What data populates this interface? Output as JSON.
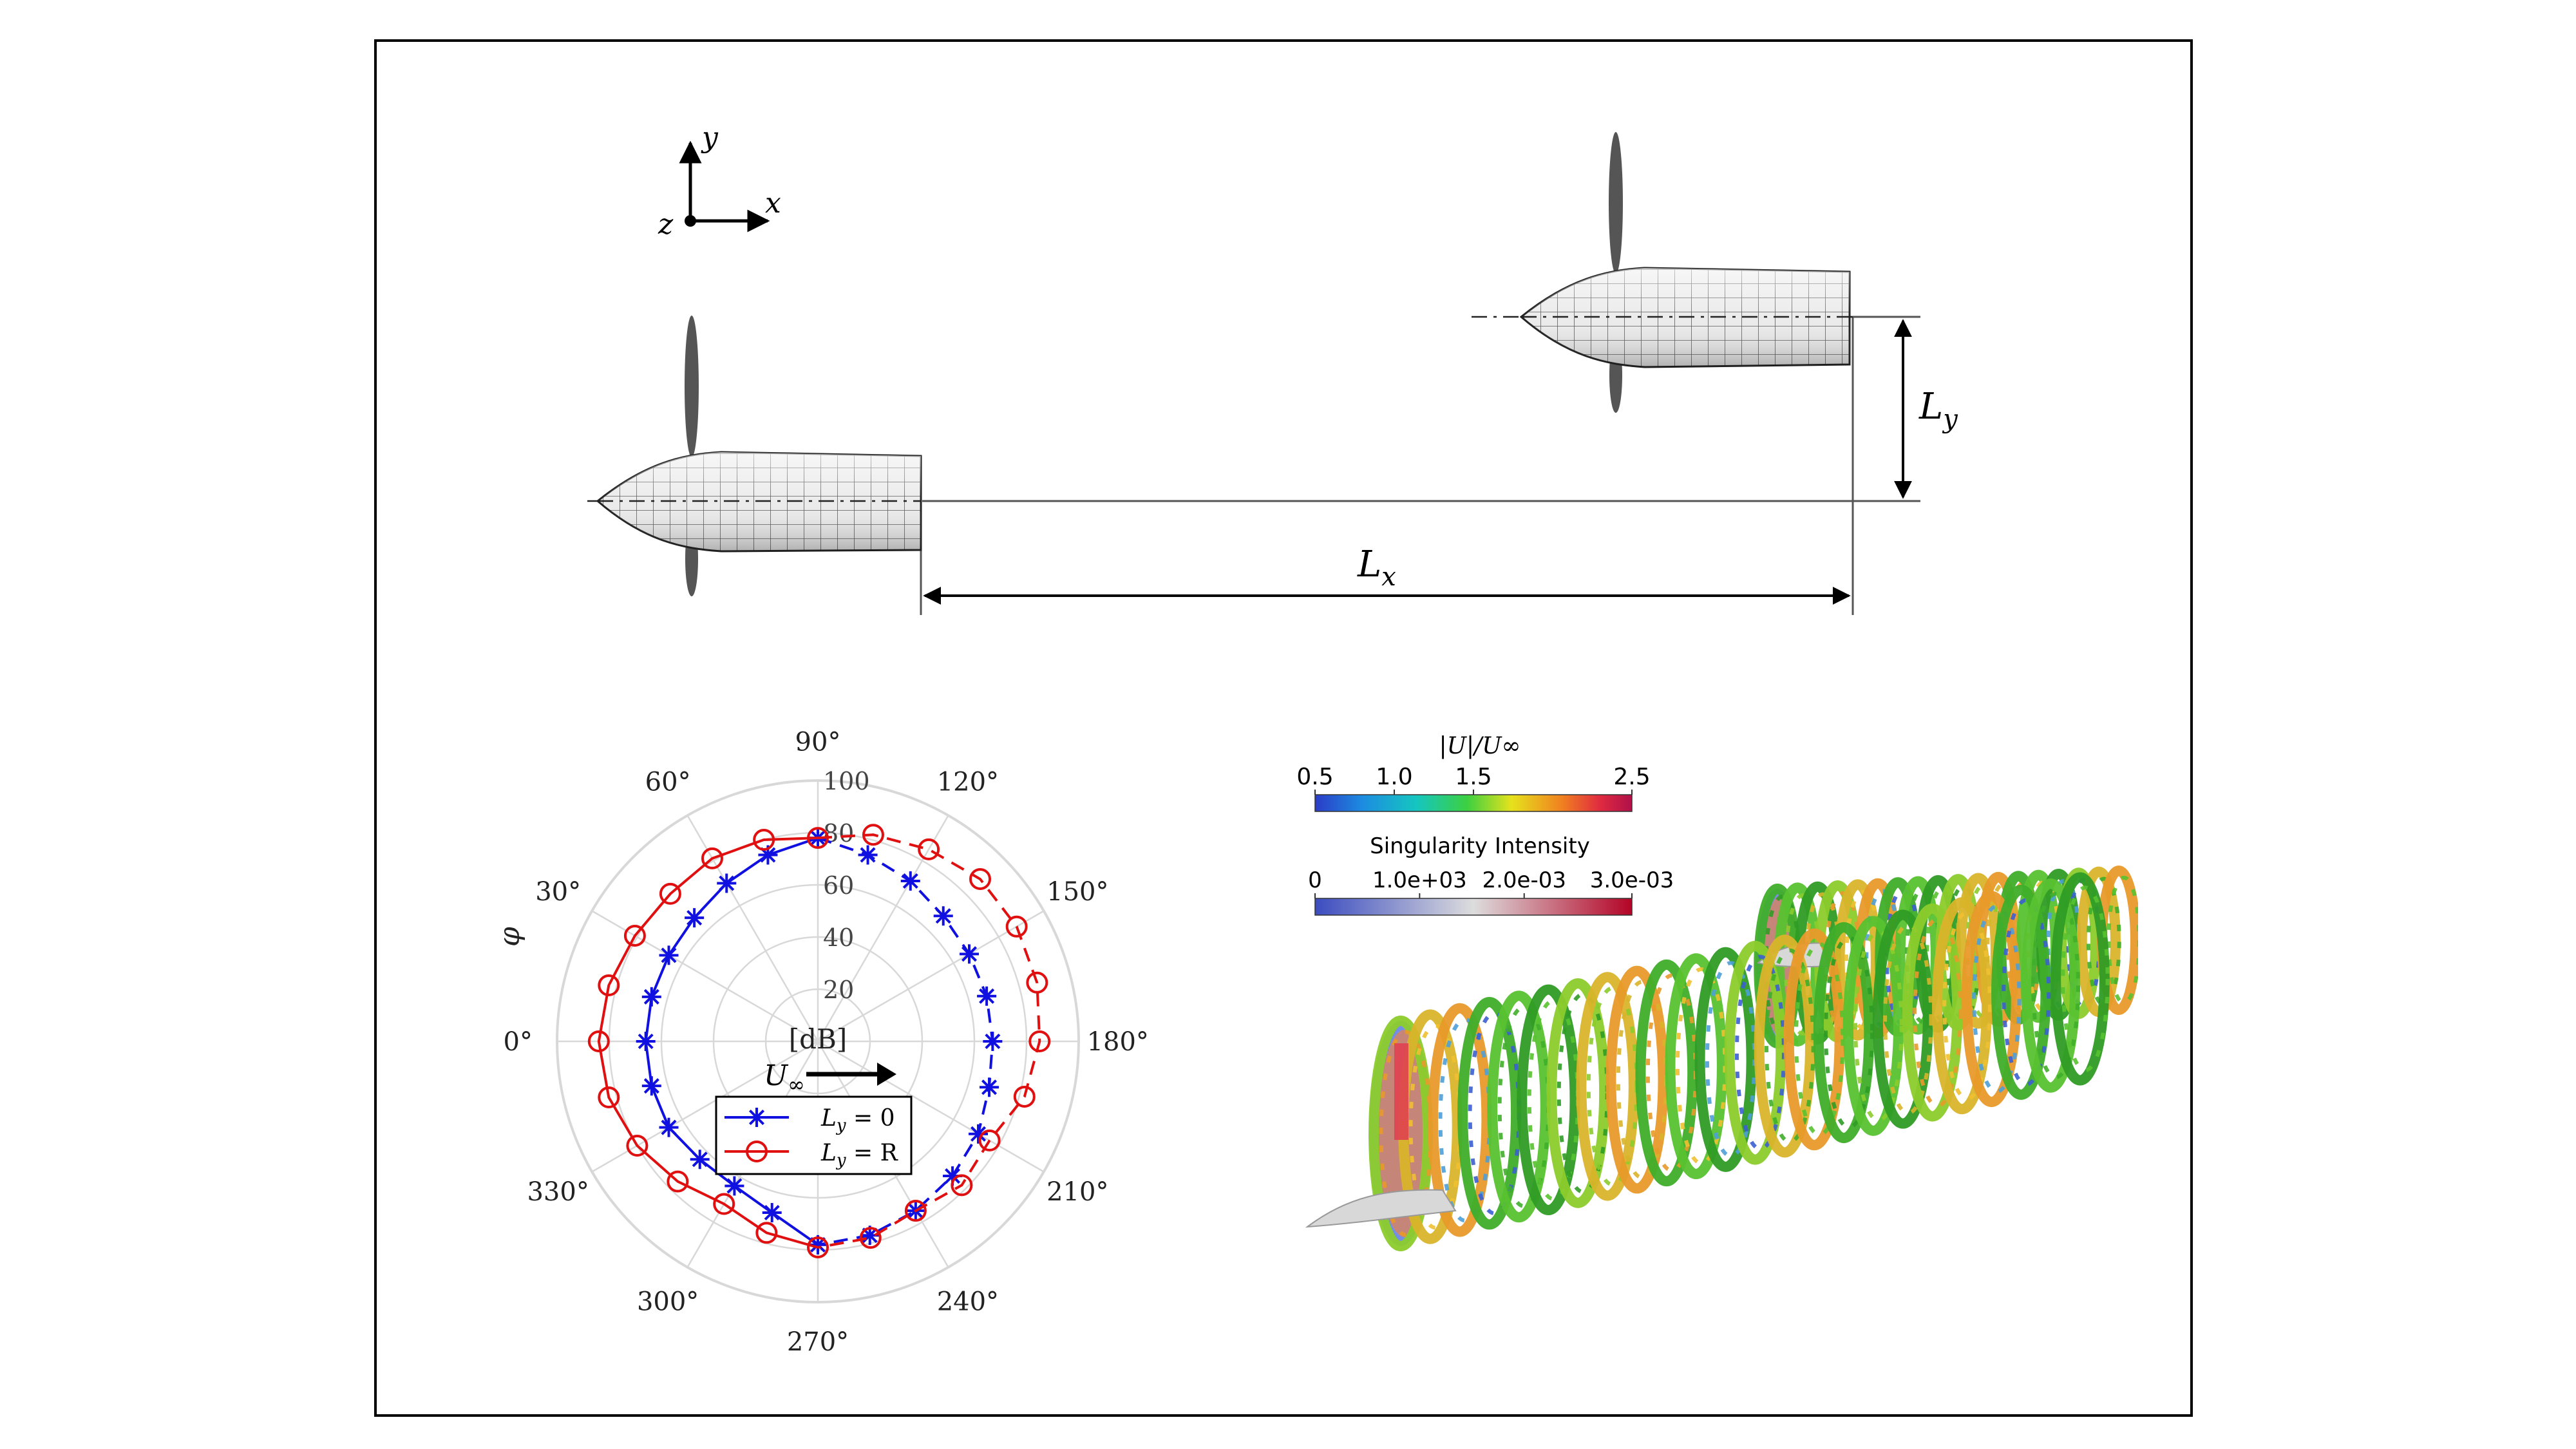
{
  "schematic": {
    "axes": {
      "x": "x",
      "y": "y",
      "z": "z"
    },
    "dimension_x": {
      "symbol": "L",
      "sub": "x"
    },
    "dimension_y": {
      "symbol": "L",
      "sub": "y"
    }
  },
  "polar": {
    "angle_labels": [
      "90°",
      "120°",
      "150°",
      "180°",
      "210°",
      "240°",
      "270°",
      "300°",
      "330°",
      "0°",
      "30°",
      "60°"
    ],
    "angle_degrees": [
      90,
      120,
      150,
      180,
      210,
      240,
      270,
      300,
      330,
      0,
      30,
      60
    ],
    "radial_ticks": [
      20,
      40,
      60,
      80,
      100
    ],
    "radial_max": 100,
    "unit_label": "[dB]",
    "axis_symbol": "φ",
    "flow_label": {
      "symbol": "U",
      "sub": "∞"
    },
    "colors": {
      "blue": "#1010e0",
      "red": "#e01010",
      "grid": "#d8d8d8"
    }
  },
  "chart_data": {
    "type": "polar-line",
    "theta_deg": [
      270,
      285,
      300,
      315,
      330,
      345,
      0,
      15,
      30,
      45,
      60,
      75,
      90,
      105,
      120,
      135,
      150,
      165,
      180,
      195,
      210,
      225,
      240,
      255,
      270
    ],
    "series": [
      {
        "name": "L_y = 0",
        "marker": "star",
        "color": "#1010e0",
        "r": [
          78,
          68,
          64,
          64,
          66,
          66,
          66,
          66,
          66,
          67,
          70,
          74,
          78,
          74,
          71,
          68,
          67,
          67,
          67,
          68,
          71,
          73,
          75,
          77,
          78
        ]
      },
      {
        "name": "L_y = R",
        "marker": "circle",
        "color": "#e01010",
        "r": [
          79,
          76,
          72,
          76,
          80,
          83,
          84,
          83,
          81,
          80,
          81,
          80,
          78,
          82,
          85,
          88,
          88,
          87,
          85,
          82,
          76,
          78,
          75,
          78,
          79
        ]
      }
    ]
  },
  "legend": [
    {
      "label_sym": "L",
      "label_sub": "y",
      "label_rhs": " = 0"
    },
    {
      "label_sym": "L",
      "label_sub": "y",
      "label_rhs": " = R"
    }
  ],
  "colorbar_velocity": {
    "title": "|U|/U∞",
    "ticks": [
      "0.5",
      "1.0",
      "1.5",
      "2.5"
    ]
  },
  "colorbar_singularity": {
    "title": "Singularity Intensity",
    "ticks": [
      "0",
      "1.0e+03",
      "2.0e-03",
      "3.0e-03"
    ]
  }
}
